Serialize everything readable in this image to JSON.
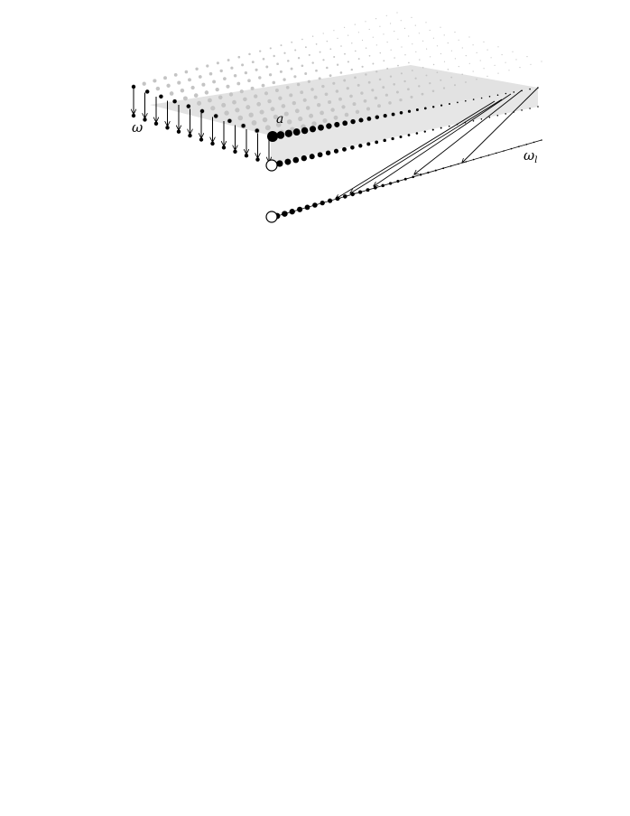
{
  "labels": {
    "omega": "ω",
    "omega_l": "ω",
    "omega_l_sub": "l",
    "a": "a"
  },
  "colors": {
    "background": "#ffffff",
    "plane": "#e2e2e2",
    "grid_dots": "#c4c4c4",
    "ink": "#000000"
  }
}
